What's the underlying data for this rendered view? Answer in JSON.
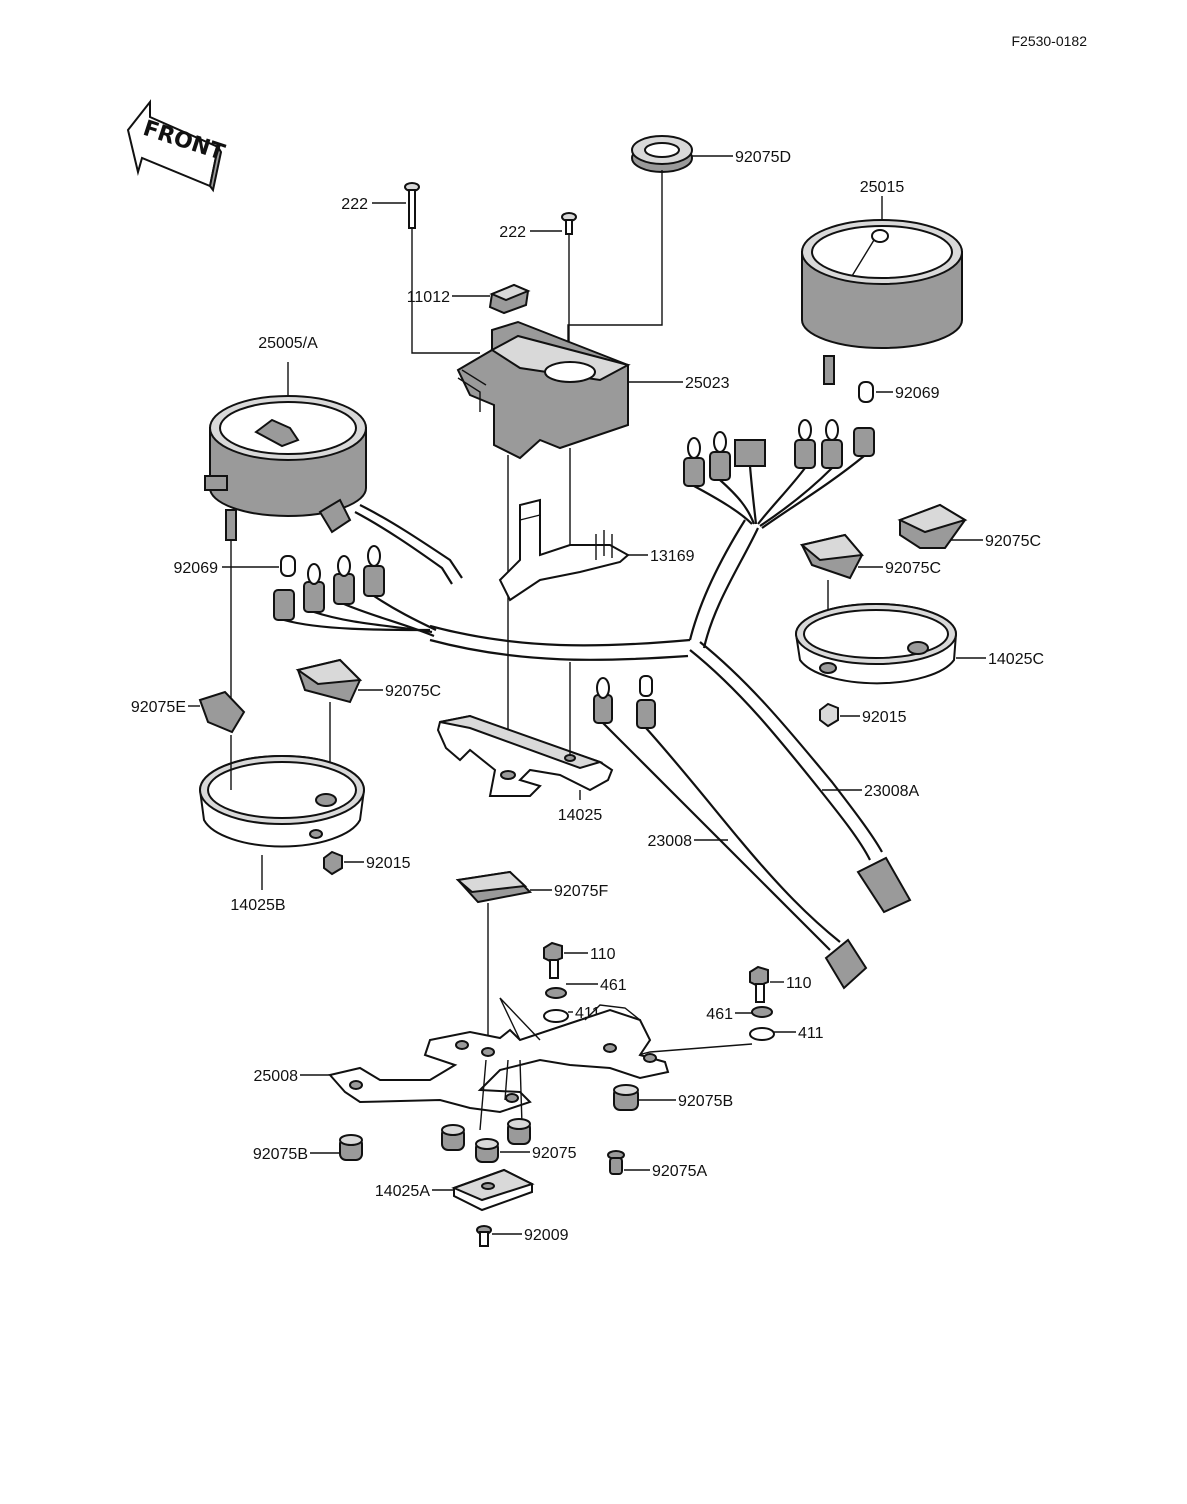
{
  "reference": "F2530-0182",
  "direction": "FRONT",
  "labels": {
    "p92075D": "92075D",
    "p222a": "222",
    "p222b": "222",
    "p25015": "25015",
    "p11012": "11012",
    "p25005A": "25005/A",
    "p25023": "25023",
    "p92069a": "92069",
    "p92069b": "92069",
    "p13169": "13169",
    "p92075Ca": "92075C",
    "p92075Cb": "92075C",
    "p92075Cc": "92075C",
    "p14025C": "14025C",
    "p92075E": "92075E",
    "p92015a": "92015",
    "p92015b": "92015",
    "p14025": "14025",
    "p23008A": "23008A",
    "p23008": "23008",
    "p14025B": "14025B",
    "p92075F": "92075F",
    "p110a": "110",
    "p110b": "110",
    "p461a": "461",
    "p461b": "461",
    "p411a": "411",
    "p411b": "411",
    "p25008": "25008",
    "p92075Ba": "92075B",
    "p92075Bb": "92075B",
    "p92075": "92075",
    "p92075A": "92075A",
    "p14025A": "14025A",
    "p92009": "92009"
  }
}
